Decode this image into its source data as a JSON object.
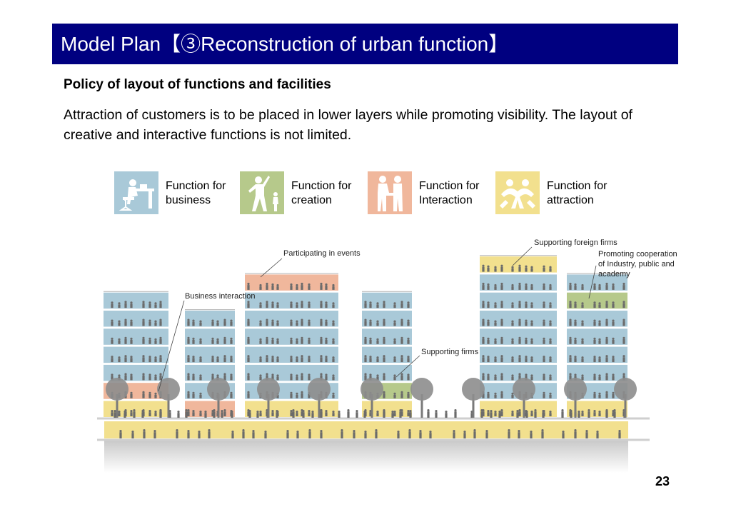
{
  "title": "Model Plan【③Reconstruction of urban function】",
  "subtitle": "Policy of layout of functions and facilities",
  "description": "Attraction of customers is to be placed in lower layers while promoting visibility. The layout of creative and interactive functions is not limited.",
  "legend": [
    {
      "label": "Function for business",
      "color": "#a9c9d8",
      "icon": "business-person-at-desk-icon"
    },
    {
      "label": "Function for creation",
      "color": "#b6c98b",
      "icon": "creation-people-icon"
    },
    {
      "label": "Function for Interaction",
      "color": "#f0b79c",
      "icon": "interaction-handshake-icon"
    },
    {
      "label": "Function for attraction",
      "color": "#f2e08e",
      "icon": "attraction-dancers-icon"
    }
  ],
  "callouts": {
    "participating_events": "Participating in events",
    "business_interaction": "Business interaction",
    "supporting_foreign_firms": "Supporting foreign firms",
    "promoting_cooperation": "Promoting cooperation of Industry, public and academy",
    "supporting_firms": "Supporting firms"
  },
  "colors": {
    "title_bar": "#000080",
    "business": "#a9c9d8",
    "creation": "#b6c98b",
    "interaction": "#f0b79c",
    "attraction": "#f2e08e",
    "ground": "#d9d9d9",
    "figures": "#6b6b6b"
  },
  "page_number": "23"
}
